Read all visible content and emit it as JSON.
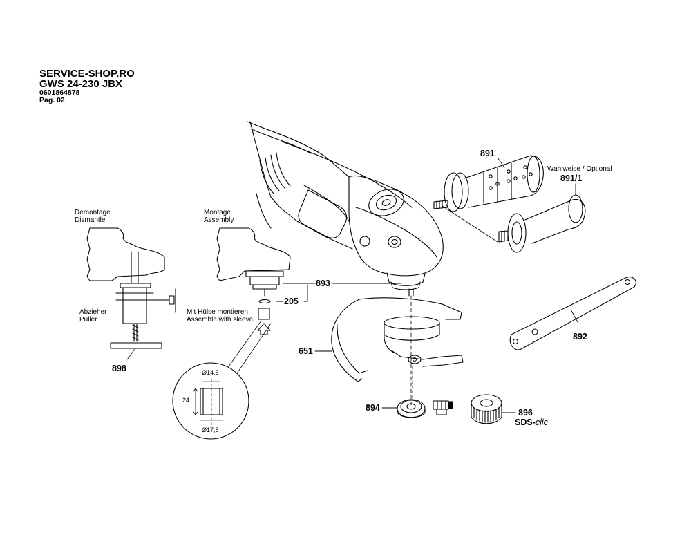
{
  "header": {
    "shop": "SERVICE-SHOP.RO",
    "model": "GWS 24-230 JBX",
    "article_number": "0601864878",
    "page": "Pag. 02"
  },
  "labels": {
    "demontage": "Demontage",
    "dismantle": "Dismantle",
    "montage": "Montage",
    "assembly": "Assembly",
    "abzieher": "Abzieher",
    "puller": "Puller",
    "mit_huelse": "Mit Hülse montieren",
    "assemble_sleeve": "Assemble with sleeve",
    "wahlweise": "Wahlweise / Optional",
    "sds_prefix": "SDS-",
    "sds_suffix": "clic"
  },
  "parts": {
    "p891": "891",
    "p891_1": "891/1",
    "p893": "893",
    "p205": "205",
    "p651": "651",
    "p892": "892",
    "p898": "898",
    "p894": "894",
    "p896": "896"
  },
  "dimensions": {
    "inner_diameter": "Ø14,5",
    "length": "24",
    "outer_diameter": "Ø17,5"
  }
}
